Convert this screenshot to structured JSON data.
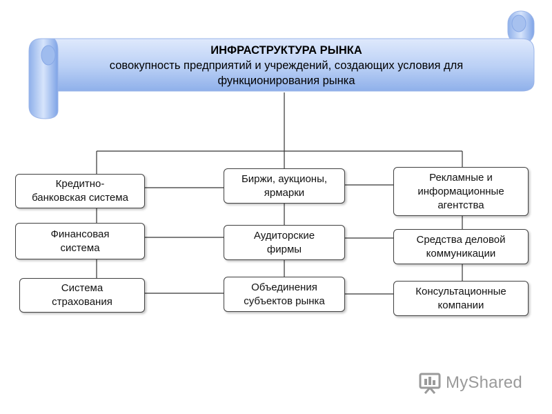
{
  "banner": {
    "title": "ИНФРАСТРУКТУРА РЫНКА",
    "subtitle": "совокупность предприятий и учреждений, создающих условия для\nфункционирования рынка"
  },
  "nodes": {
    "credit_banking": "Кредитно-\nбанковская система",
    "financial": "Финансовая\nсистема",
    "insurance": "Система\nстрахования",
    "exchanges": "Биржи, аукционы,\nярмарки",
    "audit": "Аудиторские\nфирмы",
    "associations": "Объединения\nсубъектов рынка",
    "advertising": "Рекламные и\nинформационные\nагентства",
    "business_comm": "Средства деловой\nкоммуникации",
    "consulting": "Консультационные\nкомпании"
  },
  "watermark": {
    "logo_text": "MyShared",
    "icon": "presentation-board-icon"
  },
  "colors": {
    "banner_light": "#d6e4fb",
    "banner_mid": "#a9c4f2",
    "banner_dark": "#7ea3e6",
    "line": "#333333",
    "watermark": "#9a9a9a"
  }
}
